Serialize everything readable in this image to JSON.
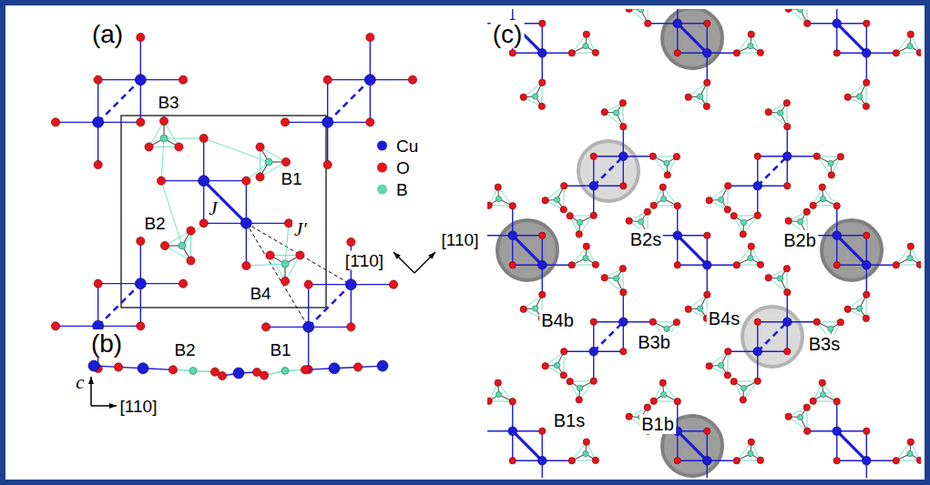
{
  "diagram": {
    "labels": [
      "(a)",
      "(b)",
      "(c)",
      "B3",
      "B1",
      "B2",
      "J",
      "J′",
      "B4",
      "[1̄10]",
      "[110]",
      "c",
      "[110]",
      "B2",
      "B1",
      "B2s",
      "B2b",
      "B4b",
      "B3b",
      "B4s",
      "B3s",
      "B1s",
      "B1b"
    ],
    "legend": [
      {
        "text": "Cu",
        "color": "#1c1cd8"
      },
      {
        "text": "O",
        "color": "#e4141c"
      },
      {
        "text": "B",
        "color": "#5ed8b0"
      }
    ]
  }
}
